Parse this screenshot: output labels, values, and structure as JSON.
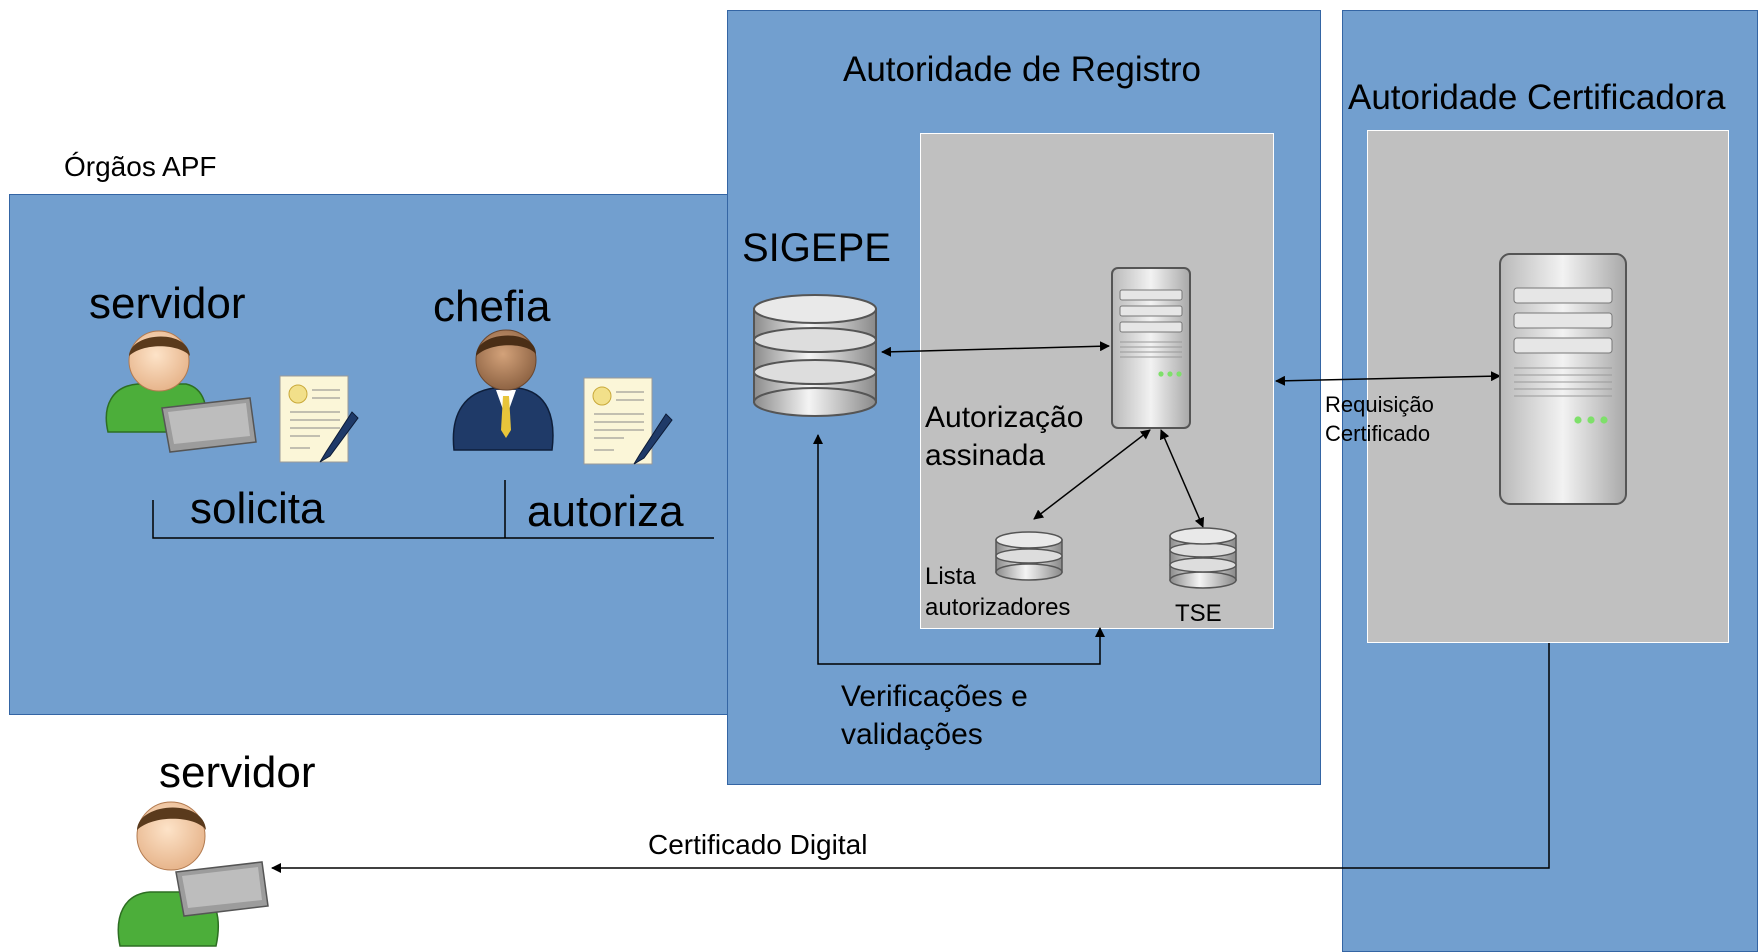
{
  "org": {
    "title": "Órgãos APF"
  },
  "ar": {
    "title": "Autoridade de Registro"
  },
  "ac": {
    "title": "Autoridade Certificadora"
  },
  "actors": {
    "requester": "servidor",
    "boss": "chefia",
    "recipient": "servidor"
  },
  "steps": {
    "requests": "solicita",
    "authorizes": "autoriza"
  },
  "systems": {
    "sigepe": "SIGEPE",
    "signed_auth_line1": "Autorização",
    "signed_auth_line2": "assinada",
    "authorizers_line1": "Lista",
    "authorizers_line2": "autorizadores",
    "tse": "TSE"
  },
  "flows": {
    "checks_line1": "Verificações e",
    "checks_line2": "validações",
    "request_line1": "Requisição",
    "request_line2": "Certificado",
    "certificate": "Certificado Digital"
  },
  "colors": {
    "panel": "#729fcf",
    "inner": "#c0c0c0",
    "person_shirt": "#4cae3a",
    "suit": "#1f3a68"
  }
}
